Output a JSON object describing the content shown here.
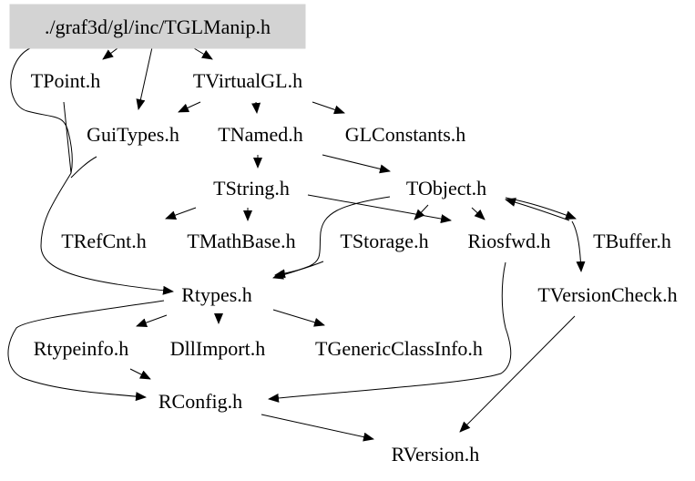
{
  "title": "./graf3d/gl/inc/TGLManip.h",
  "colors": {
    "root_fill": "#d3d3d3",
    "edge": "#000000",
    "text": "#000000",
    "background": "#ffffff"
  },
  "nodes": [
    {
      "id": "root",
      "label": "./graf3d/gl/inc/TGLManip.h",
      "root": true
    },
    {
      "id": "tpoint",
      "label": "TPoint.h"
    },
    {
      "id": "tvirtualgl",
      "label": "TVirtualGL.h"
    },
    {
      "id": "guitypes",
      "label": "GuiTypes.h"
    },
    {
      "id": "tnamed",
      "label": "TNamed.h"
    },
    {
      "id": "glconstants",
      "label": "GLConstants.h"
    },
    {
      "id": "tstring",
      "label": "TString.h"
    },
    {
      "id": "tobject",
      "label": "TObject.h"
    },
    {
      "id": "trefcnt",
      "label": "TRefCnt.h"
    },
    {
      "id": "tmathbase",
      "label": "TMathBase.h"
    },
    {
      "id": "tstorage",
      "label": "TStorage.h"
    },
    {
      "id": "riosfwd",
      "label": "Riosfwd.h"
    },
    {
      "id": "tbuffer",
      "label": "TBuffer.h"
    },
    {
      "id": "rtypes",
      "label": "Rtypes.h"
    },
    {
      "id": "tversioncheck",
      "label": "TVersionCheck.h"
    },
    {
      "id": "rtypeinfo",
      "label": "Rtypeinfo.h"
    },
    {
      "id": "dllimport",
      "label": "DllImport.h"
    },
    {
      "id": "tgenericclassinfo",
      "label": "TGenericClassInfo.h"
    },
    {
      "id": "rconfig",
      "label": "RConfig.h"
    },
    {
      "id": "rversion",
      "label": "RVersion.h"
    }
  ],
  "edges": [
    {
      "from": "root",
      "to": "tpoint"
    },
    {
      "from": "root",
      "to": "guitypes"
    },
    {
      "from": "root",
      "to": "tvirtualgl"
    },
    {
      "from": "root",
      "to": "rtypes"
    },
    {
      "from": "tpoint",
      "to": "rtypes"
    },
    {
      "from": "tvirtualgl",
      "to": "guitypes"
    },
    {
      "from": "tvirtualgl",
      "to": "tnamed"
    },
    {
      "from": "tvirtualgl",
      "to": "glconstants"
    },
    {
      "from": "guitypes",
      "to": "rtypes"
    },
    {
      "from": "tnamed",
      "to": "tstring"
    },
    {
      "from": "tnamed",
      "to": "tobject"
    },
    {
      "from": "tstring",
      "to": "trefcnt"
    },
    {
      "from": "tstring",
      "to": "tmathbase"
    },
    {
      "from": "tstring",
      "to": "riosfwd"
    },
    {
      "from": "tstring",
      "to": "rtypes"
    },
    {
      "from": "tobject",
      "to": "rtypes"
    },
    {
      "from": "tobject",
      "to": "tstorage"
    },
    {
      "from": "tobject",
      "to": "riosfwd"
    },
    {
      "from": "tobject",
      "to": "tbuffer"
    },
    {
      "from": "tobject",
      "to": "tversioncheck"
    },
    {
      "from": "tbuffer",
      "to": "tobject"
    },
    {
      "from": "trefcnt",
      "to": "rtypes"
    },
    {
      "from": "tmathbase",
      "to": "rtypes"
    },
    {
      "from": "tstorage",
      "to": "rtypes"
    },
    {
      "from": "riosfwd",
      "to": "rconfig"
    },
    {
      "from": "tversioncheck",
      "to": "rversion"
    },
    {
      "from": "rtypes",
      "to": "rtypeinfo"
    },
    {
      "from": "rtypes",
      "to": "dllimport"
    },
    {
      "from": "rtypes",
      "to": "tgenericclassinfo"
    },
    {
      "from": "rtypes",
      "to": "rconfig"
    },
    {
      "from": "rtypeinfo",
      "to": "rconfig"
    },
    {
      "from": "rconfig",
      "to": "rversion"
    }
  ]
}
